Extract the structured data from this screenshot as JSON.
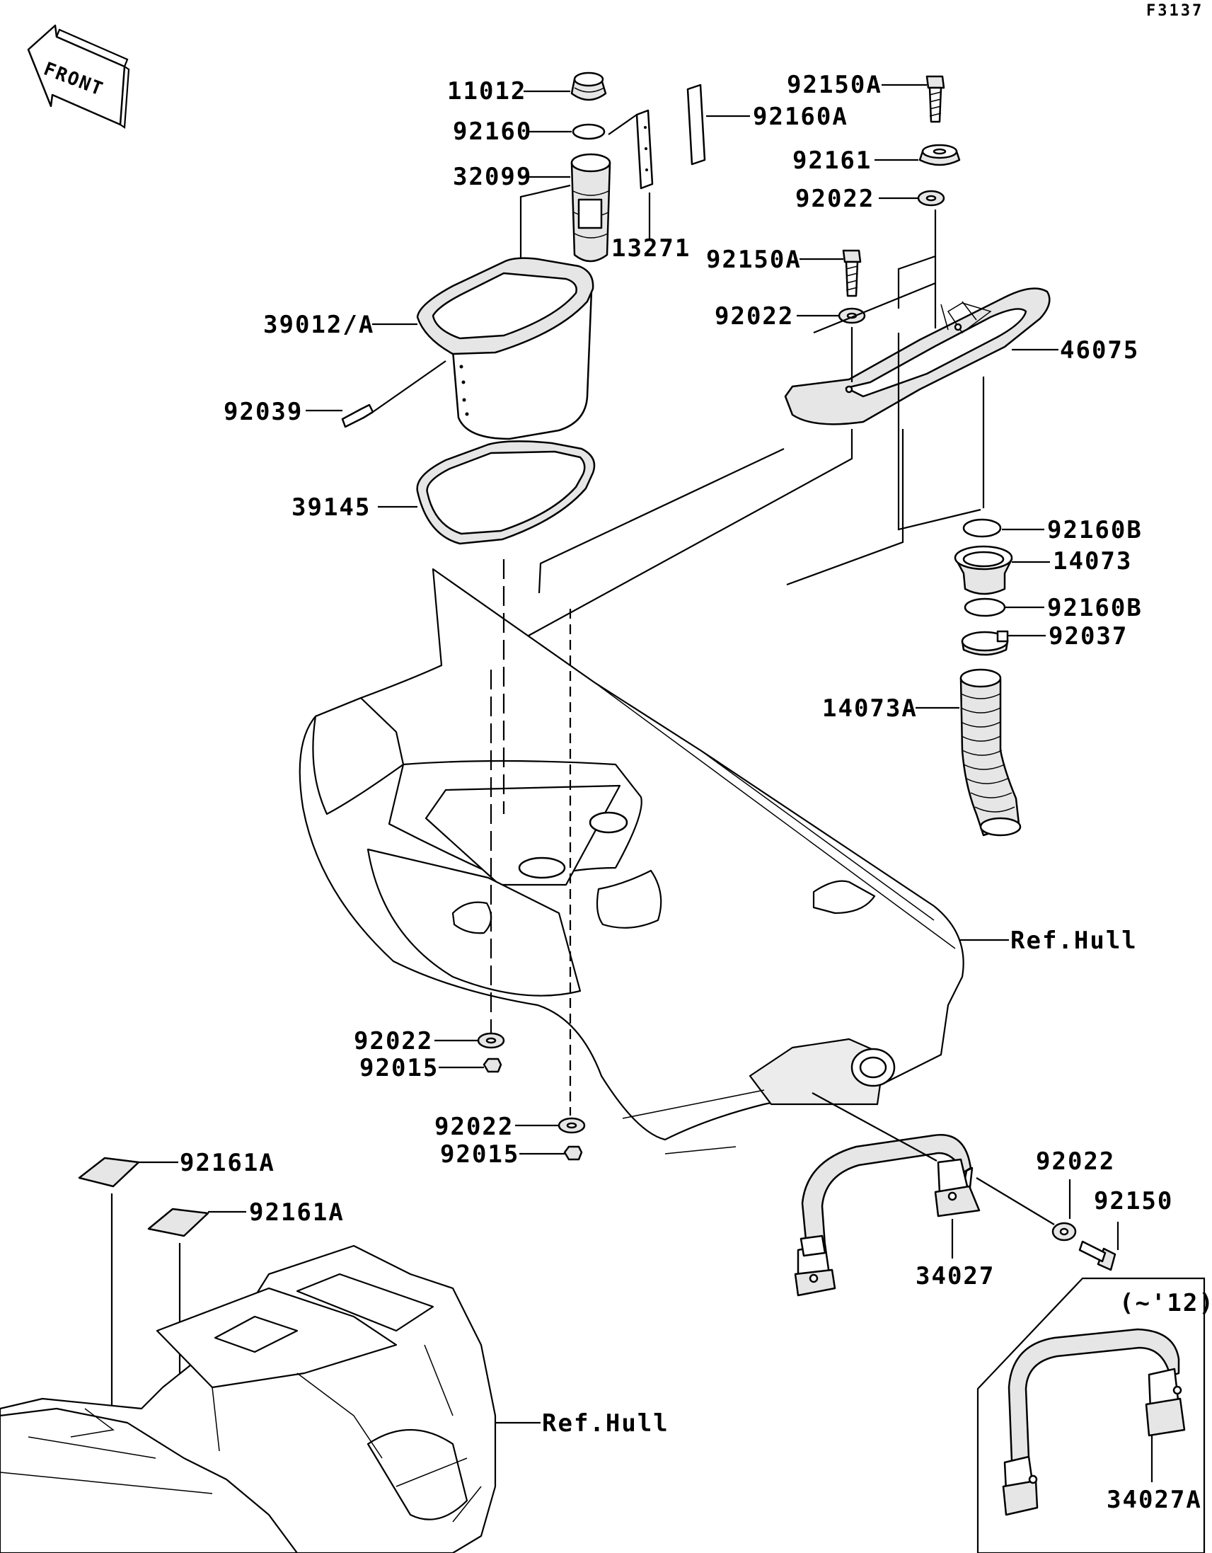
{
  "figure_code": "F3137",
  "front_label": "FRONT",
  "labels": {
    "p11012": "11012",
    "p92160": "92160",
    "p32099": "32099",
    "p13271": "13271",
    "p39012A": "39012/A",
    "p92039": "92039",
    "p39145": "39145",
    "p92150A_1": "92150A",
    "p92160A": "92160A",
    "p92161": "92161",
    "p92022_1": "92022",
    "p92150A_2": "92150A",
    "p92022_2": "92022",
    "p46075": "46075",
    "p92160B_1": "92160B",
    "p14073": "14073",
    "p92160B_2": "92160B",
    "p92037": "92037",
    "p14073A": "14073A",
    "ref_hull_1": "Ref.Hull",
    "p92022_3": "92022",
    "p92015_1": "92015",
    "p92022_4": "92022",
    "p92015_2": "92015",
    "p92161A_1": "92161A",
    "p92161A_2": "92161A",
    "ref_hull_2": "Ref.Hull",
    "p92022_5": "92022",
    "p92150": "92150",
    "p34027": "34027",
    "year_note": "(~'12)",
    "p34027A": "34027A"
  }
}
